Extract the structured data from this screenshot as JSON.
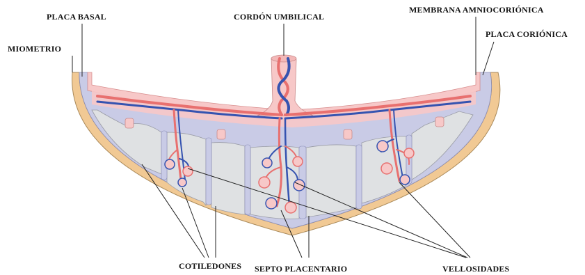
{
  "labels": {
    "placa_basal": "PLACA BASAL",
    "miometrio": "MIOMETRIO",
    "cordon_umbilical": "CORDÓN UMBILICAL",
    "membrana_amniocorionica": "MEMBRANA AMNIOCORIÓNICA",
    "placa_corionica": "PLACA CORIÓNICA",
    "cotiledones": "COTILEDONES",
    "septo_placentario": "SEPTO PLACENTARIO",
    "vellosidades": "VELLOSIDADES"
  },
  "colors": {
    "myometrium": "#f1c994",
    "myometrium_edge": "#a88858",
    "basal_plate": "#c9cbe6",
    "cotyledon": "#dfe1e3",
    "chorionic_plate": "#f7c8c8",
    "artery": "#e8706f",
    "vein": "#3553b0"
  }
}
